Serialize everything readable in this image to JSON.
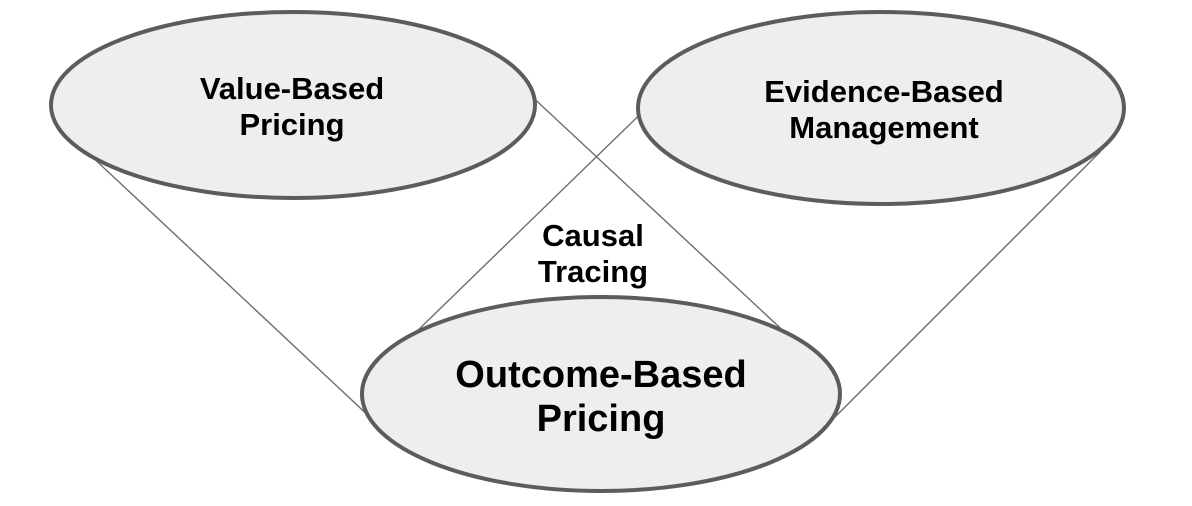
{
  "diagram": {
    "nodes": [
      {
        "id": "value-based-pricing",
        "label": "Value-Based\nPricing"
      },
      {
        "id": "evidence-based-management",
        "label": "Evidence-Based\nManagement"
      },
      {
        "id": "outcome-based-pricing",
        "label": "Outcome-Based\nPricing"
      }
    ],
    "connector_label": "Causal\nTracing",
    "colors": {
      "background": "#ffffff",
      "node_fill": "#eeeeee",
      "node_stroke": "#5c5c5c",
      "connector": "#6e6e6e",
      "text": "#000000"
    }
  }
}
